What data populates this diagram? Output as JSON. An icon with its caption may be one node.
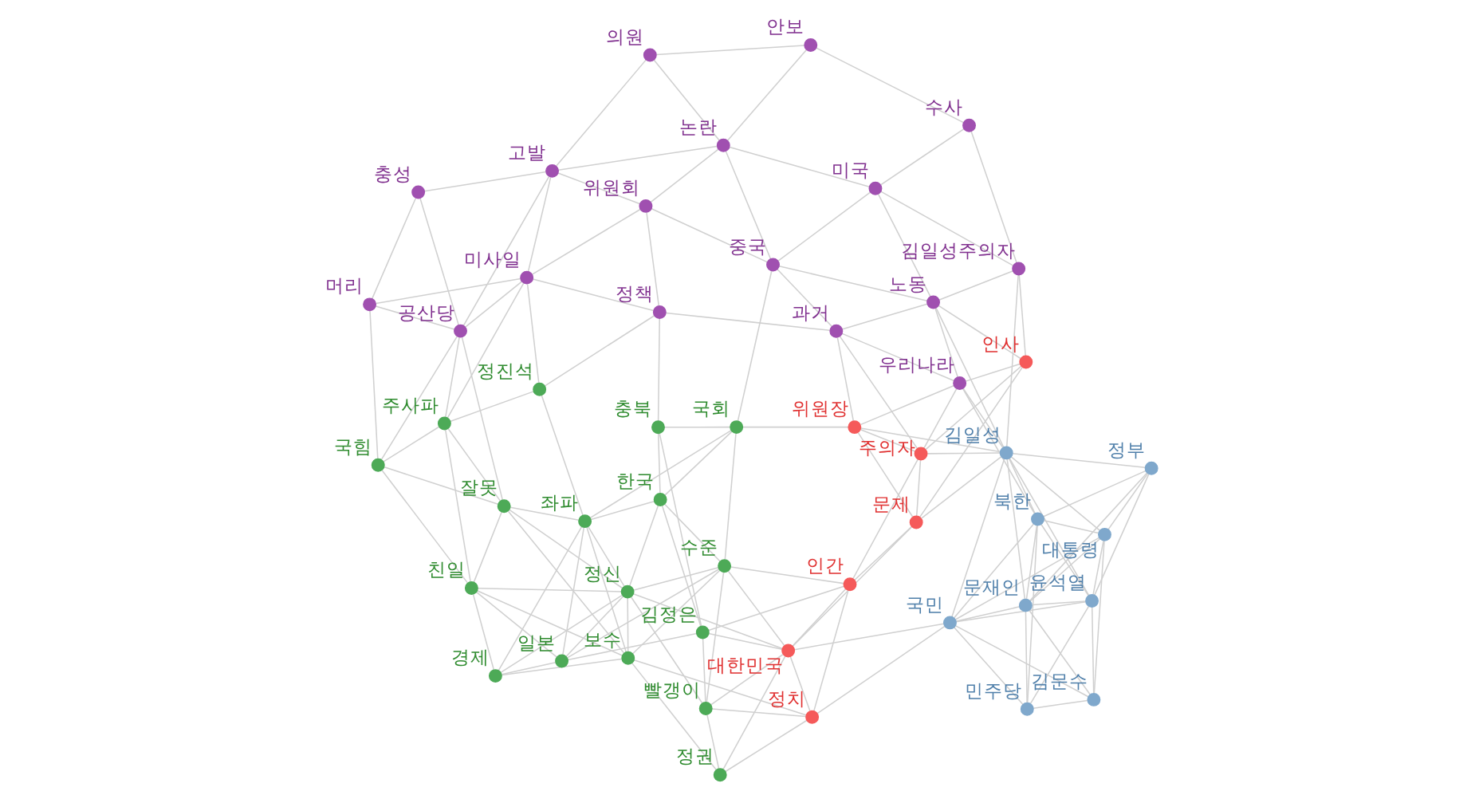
{
  "diagram": {
    "nodes": [
      {
        "text": [
          "정치"
        ]
      },
      {
        "text": [
          "보수"
        ]
      },
      {
        "text": [
          "정권"
        ]
      },
      {
        "text": [
          "빨갱이"
        ]
      },
      {
        "text": [
          "정신"
        ]
      },
      {
        "text": [
          "대한민국"
        ]
      },
      {
        "text": [
          "수준"
        ]
      },
      {
        "text": [
          "인간"
        ]
      },
      {
        "text": [
          "친일"
        ]
      },
      {
        "text": [
          "일본"
        ]
      },
      {
        "text": [
          "김정은"
        ]
      },
      {
        "text": [
          "경제"
        ]
      },
      {
        "text": [
          "국민"
        ]
      },
      {
        "text": [
          "민주당"
        ]
      },
      {
        "text": [
          "문제"
        ]
      },
      {
        "text": [
          "잘못"
        ]
      },
      {
        "text": [
          "좌파"
        ]
      },
      {
        "text": [
          "한국"
        ]
      },
      {
        "text": [
          "김문수"
        ]
      },
      {
        "text": [
          "충북"
        ]
      },
      {
        "text": [
          "북한"
        ]
      },
      {
        "text": [
          "문재인"
        ]
      },
      {
        "text": [
          "국힘"
        ]
      },
      {
        "text": [
          "대통령"
        ]
      },
      {
        "text": [
          "국회"
        ]
      },
      {
        "text": [
          "주사파"
        ]
      },
      {
        "text": [
          "정진석"
        ]
      },
      {
        "text": [
          "위원장"
        ]
      },
      {
        "text": [
          "김일성"
        ]
      },
      {
        "text": [
          "윤석열"
        ]
      },
      {
        "text": [
          "정부"
        ]
      },
      {
        "text": [
          "정책"
        ]
      },
      {
        "text": [
          "주의자"
        ]
      },
      {
        "text": [
          "공산당"
        ]
      },
      {
        "text": [
          "머리"
        ]
      },
      {
        "text": [
          "미사일"
        ]
      },
      {
        "text": [
          "과거"
        ]
      },
      {
        "text": [
          "우리나라"
        ]
      },
      {
        "text": [
          "위원회"
        ]
      },
      {
        "text": [
          "중국"
        ]
      },
      {
        "text": [
          "충성"
        ]
      },
      {
        "text": [
          "고발"
        ]
      },
      {
        "text": [
          "노동"
        ]
      },
      {
        "text": [
          "인사"
        ]
      },
      {
        "text": [
          "미국"
        ]
      },
      {
        "text": [
          "논란"
        ]
      },
      {
        "text": [
          "김일성주의자"
        ]
      },
      {
        "text": [
          "의원"
        ]
      },
      {
        "text": [
          "안보"
        ]
      },
      {
        "text": [
          "수사"
        ]
      }
    ],
    "edges": [
      {
        "from": 0,
        "to": 1,
        "arrow": "none"
      },
      {
        "from": 0,
        "to": 2,
        "arrow": "none"
      },
      {
        "from": 0,
        "to": 5,
        "arrow": "none"
      },
      {
        "from": 0,
        "to": 7,
        "arrow": "none"
      },
      {
        "from": 0,
        "to": 12,
        "arrow": "none"
      },
      {
        "from": 0,
        "to": 3,
        "arrow": "none"
      },
      {
        "from": 5,
        "to": 2,
        "arrow": "none"
      },
      {
        "from": 5,
        "to": 4,
        "arrow": "none"
      },
      {
        "from": 5,
        "to": 6,
        "arrow": "none"
      },
      {
        "from": 5,
        "to": 7,
        "arrow": "none"
      },
      {
        "from": 5,
        "to": 14,
        "arrow": "none"
      },
      {
        "from": 5,
        "to": 12,
        "arrow": "none"
      },
      {
        "from": 5,
        "to": 10,
        "arrow": "none"
      },
      {
        "from": 5,
        "to": 3,
        "arrow": "none"
      },
      {
        "from": 7,
        "to": 10,
        "arrow": "none"
      },
      {
        "from": 7,
        "to": 14,
        "arrow": "none"
      },
      {
        "from": 7,
        "to": 32,
        "arrow": "none"
      },
      {
        "from": 7,
        "to": 6,
        "arrow": "none"
      },
      {
        "from": 14,
        "to": 27,
        "arrow": "none"
      },
      {
        "from": 14,
        "to": 28,
        "arrow": "none"
      },
      {
        "from": 14,
        "to": 32,
        "arrow": "none"
      },
      {
        "from": 14,
        "to": 43,
        "arrow": "none"
      },
      {
        "from": 27,
        "to": 24,
        "arrow": "none"
      },
      {
        "from": 27,
        "to": 28,
        "arrow": "none"
      },
      {
        "from": 27,
        "to": 36,
        "arrow": "none"
      },
      {
        "from": 27,
        "to": 37,
        "arrow": "none"
      },
      {
        "from": 27,
        "to": 32,
        "arrow": "none"
      },
      {
        "from": 12,
        "to": 13,
        "arrow": "none"
      },
      {
        "from": 12,
        "to": 18,
        "arrow": "none"
      },
      {
        "from": 12,
        "to": 20,
        "arrow": "none"
      },
      {
        "from": 12,
        "to": 21,
        "arrow": "none"
      },
      {
        "from": 12,
        "to": 23,
        "arrow": "none"
      },
      {
        "from": 12,
        "to": 28,
        "arrow": "none"
      },
      {
        "from": 12,
        "to": 29,
        "arrow": "none"
      },
      {
        "from": 13,
        "to": 18,
        "arrow": "none"
      },
      {
        "from": 13,
        "to": 20,
        "arrow": "none"
      },
      {
        "from": 13,
        "to": 21,
        "arrow": "none"
      },
      {
        "from": 13,
        "to": 29,
        "arrow": "none"
      },
      {
        "from": 18,
        "to": 21,
        "arrow": "none"
      },
      {
        "from": 18,
        "to": 23,
        "arrow": "none"
      },
      {
        "from": 18,
        "to": 29,
        "arrow": "none"
      },
      {
        "from": 20,
        "to": 21,
        "arrow": "none"
      },
      {
        "from": 20,
        "to": 23,
        "arrow": "none"
      },
      {
        "from": 20,
        "to": 29,
        "arrow": "none"
      },
      {
        "from": 20,
        "to": 30,
        "arrow": "none"
      },
      {
        "from": 20,
        "to": 28,
        "arrow": "none"
      },
      {
        "from": 20,
        "to": 37,
        "arrow": "none"
      },
      {
        "from": 21,
        "to": 23,
        "arrow": "none"
      },
      {
        "from": 21,
        "to": 29,
        "arrow": "none"
      },
      {
        "from": 21,
        "to": 30,
        "arrow": "none"
      },
      {
        "from": 21,
        "to": 28,
        "arrow": "none"
      },
      {
        "from": 23,
        "to": 29,
        "arrow": "none"
      },
      {
        "from": 23,
        "to": 30,
        "arrow": "none"
      },
      {
        "from": 23,
        "to": 28,
        "arrow": "none"
      },
      {
        "from": 29,
        "to": 30,
        "arrow": "none"
      },
      {
        "from": 29,
        "to": 28,
        "arrow": "none"
      },
      {
        "from": 28,
        "to": 30,
        "arrow": "none"
      },
      {
        "from": 28,
        "to": 32,
        "arrow": "none"
      },
      {
        "from": 28,
        "to": 37,
        "arrow": "none"
      },
      {
        "from": 28,
        "to": 42,
        "arrow": "none"
      },
      {
        "from": 28,
        "to": 46,
        "arrow": "none"
      },
      {
        "from": 32,
        "to": 37,
        "arrow": "none"
      },
      {
        "from": 32,
        "to": 43,
        "arrow": "none"
      },
      {
        "from": 32,
        "to": 36,
        "arrow": "none"
      },
      {
        "from": 43,
        "to": 37,
        "arrow": "none"
      },
      {
        "from": 43,
        "to": 42,
        "arrow": "none"
      },
      {
        "from": 43,
        "to": 46,
        "arrow": "none"
      },
      {
        "from": 1,
        "to": 4,
        "arrow": "none"
      },
      {
        "from": 1,
        "to": 8,
        "arrow": "none"
      },
      {
        "from": 1,
        "to": 15,
        "arrow": "none"
      },
      {
        "from": 1,
        "to": 16,
        "arrow": "none"
      },
      {
        "from": 1,
        "to": 11,
        "arrow": "none"
      },
      {
        "from": 1,
        "to": 6,
        "arrow": "none"
      },
      {
        "from": 1,
        "to": 2,
        "arrow": "none"
      },
      {
        "from": 4,
        "to": 6,
        "arrow": "none"
      },
      {
        "from": 4,
        "to": 8,
        "arrow": "none"
      },
      {
        "from": 4,
        "to": 9,
        "arrow": "none"
      },
      {
        "from": 4,
        "to": 11,
        "arrow": "none"
      },
      {
        "from": 4,
        "to": 15,
        "arrow": "none"
      },
      {
        "from": 4,
        "to": 16,
        "arrow": "none"
      },
      {
        "from": 4,
        "to": 17,
        "arrow": "none"
      },
      {
        "from": 4,
        "to": 3,
        "arrow": "none"
      },
      {
        "from": 6,
        "to": 3,
        "arrow": "none"
      },
      {
        "from": 6,
        "to": 9,
        "arrow": "none"
      },
      {
        "from": 6,
        "to": 17,
        "arrow": "none"
      },
      {
        "from": 6,
        "to": 24,
        "arrow": "none"
      },
      {
        "from": 8,
        "to": 11,
        "arrow": "none"
      },
      {
        "from": 8,
        "to": 15,
        "arrow": "none"
      },
      {
        "from": 8,
        "to": 22,
        "arrow": "none"
      },
      {
        "from": 8,
        "to": 25,
        "arrow": "none"
      },
      {
        "from": 8,
        "to": 9,
        "arrow": "none"
      },
      {
        "from": 9,
        "to": 10,
        "arrow": "none"
      },
      {
        "from": 9,
        "to": 11,
        "arrow": "none"
      },
      {
        "from": 9,
        "to": 16,
        "arrow": "none"
      },
      {
        "from": 10,
        "to": 17,
        "arrow": "none"
      },
      {
        "from": 10,
        "to": 19,
        "arrow": "none"
      },
      {
        "from": 10,
        "to": 3,
        "arrow": "none"
      },
      {
        "from": 11,
        "to": 16,
        "arrow": "none"
      },
      {
        "from": 15,
        "to": 16,
        "arrow": "none"
      },
      {
        "from": 15,
        "to": 22,
        "arrow": "none"
      },
      {
        "from": 15,
        "to": 25,
        "arrow": "none"
      },
      {
        "from": 16,
        "to": 17,
        "arrow": "none"
      },
      {
        "from": 16,
        "to": 26,
        "arrow": "none"
      },
      {
        "from": 16,
        "to": 24,
        "arrow": "none"
      },
      {
        "from": 17,
        "to": 19,
        "arrow": "none"
      },
      {
        "from": 17,
        "to": 24,
        "arrow": "none"
      },
      {
        "from": 19,
        "to": 24,
        "arrow": "none"
      },
      {
        "from": 22,
        "to": 25,
        "arrow": "none"
      },
      {
        "from": 22,
        "to": 33,
        "arrow": "none"
      },
      {
        "from": 22,
        "to": 34,
        "arrow": "none"
      },
      {
        "from": 25,
        "to": 26,
        "arrow": "none"
      },
      {
        "from": 25,
        "to": 33,
        "arrow": "none"
      },
      {
        "from": 25,
        "to": 35,
        "arrow": "none"
      },
      {
        "from": 26,
        "to": 31,
        "arrow": "none"
      },
      {
        "from": 26,
        "to": 35,
        "arrow": "none"
      },
      {
        "from": 19,
        "to": 31,
        "arrow": "none"
      },
      {
        "from": 2,
        "to": 3,
        "arrow": "none"
      },
      {
        "from": 33,
        "to": 34,
        "arrow": "none"
      },
      {
        "from": 33,
        "to": 35,
        "arrow": "none"
      },
      {
        "from": 33,
        "to": 40,
        "arrow": "none"
      },
      {
        "from": 33,
        "to": 41,
        "arrow": "none"
      },
      {
        "from": 34,
        "to": 35,
        "arrow": "none"
      },
      {
        "from": 34,
        "to": 40,
        "arrow": "none"
      },
      {
        "from": 35,
        "to": 31,
        "arrow": "none"
      },
      {
        "from": 35,
        "to": 38,
        "arrow": "none"
      },
      {
        "from": 35,
        "to": 41,
        "arrow": "none"
      },
      {
        "from": 31,
        "to": 38,
        "arrow": "none"
      },
      {
        "from": 31,
        "to": 36,
        "arrow": "none"
      },
      {
        "from": 38,
        "to": 39,
        "arrow": "none"
      },
      {
        "from": 38,
        "to": 41,
        "arrow": "none"
      },
      {
        "from": 38,
        "to": 45,
        "arrow": "none"
      },
      {
        "from": 39,
        "to": 44,
        "arrow": "none"
      },
      {
        "from": 39,
        "to": 45,
        "arrow": "none"
      },
      {
        "from": 39,
        "to": 36,
        "arrow": "none"
      },
      {
        "from": 39,
        "to": 42,
        "arrow": "none"
      },
      {
        "from": 40,
        "to": 41,
        "arrow": "none"
      },
      {
        "from": 41,
        "to": 47,
        "arrow": "none"
      },
      {
        "from": 41,
        "to": 45,
        "arrow": "none"
      },
      {
        "from": 45,
        "to": 47,
        "arrow": "none"
      },
      {
        "from": 45,
        "to": 48,
        "arrow": "none"
      },
      {
        "from": 45,
        "to": 44,
        "arrow": "none"
      },
      {
        "from": 44,
        "to": 49,
        "arrow": "none"
      },
      {
        "from": 44,
        "to": 42,
        "arrow": "none"
      },
      {
        "from": 44,
        "to": 46,
        "arrow": "none"
      },
      {
        "from": 48,
        "to": 49,
        "arrow": "none"
      },
      {
        "from": 46,
        "to": 49,
        "arrow": "none"
      },
      {
        "from": 36,
        "to": 42,
        "arrow": "none"
      },
      {
        "from": 36,
        "to": 37,
        "arrow": "none"
      },
      {
        "from": 37,
        "to": 42,
        "arrow": "none"
      },
      {
        "from": 42,
        "to": 46,
        "arrow": "none"
      },
      {
        "from": 47,
        "to": 48,
        "arrow": "none"
      },
      {
        "from": 24,
        "to": 39,
        "arrow": "none"
      },
      {
        "from": 15,
        "to": 33,
        "arrow": "none"
      }
    ]
  }
}
